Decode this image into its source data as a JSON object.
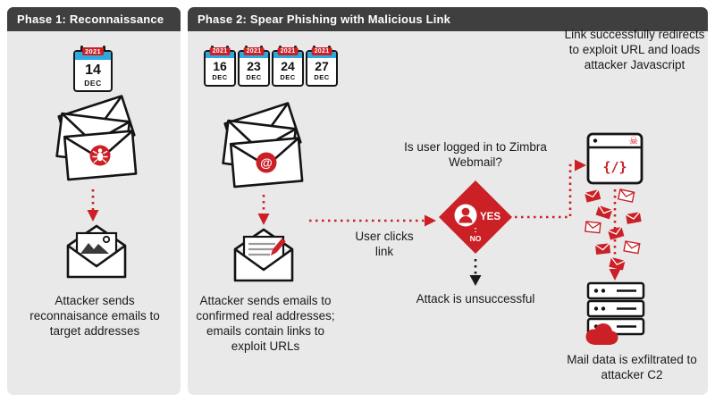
{
  "colors": {
    "accent_red": "#cb2026",
    "panel_bg": "#e9e9e9",
    "header_bg": "#3f3f3f",
    "calendar_blue": "#2ea9e0"
  },
  "phase1": {
    "title": "Phase 1: Reconnaissance",
    "calendar": {
      "year": "2021",
      "day": "14",
      "month": "DEC"
    },
    "caption": "Attacker sends reconnaisance emails to target addresses"
  },
  "phase2": {
    "title": "Phase 2: Spear Phishing with Malicious Link",
    "calendars": [
      {
        "year": "2021",
        "day": "16",
        "month": "DEC"
      },
      {
        "year": "2021",
        "day": "23",
        "month": "DEC"
      },
      {
        "year": "2021",
        "day": "24",
        "month": "DEC"
      },
      {
        "year": "2021",
        "day": "27",
        "month": "DEC"
      }
    ],
    "send_caption": "Attacker sends emails to confirmed real addresses; emails contain links to exploit URLs",
    "user_clicks_label": "User clicks link",
    "decision_question": "Is user logged in to Zimbra Webmail?",
    "yes_label": "YES",
    "no_label": "NO",
    "fail_caption": "Attack is unsuccessful",
    "redirect_caption": "Link successfully redirects to exploit URL and loads attacker Javascript",
    "exfil_caption": "Mail data is exfiltrated to attacker C2"
  },
  "icons": {
    "skull": "☠",
    "browser_code": "{/}",
    "at_sign": "@"
  }
}
